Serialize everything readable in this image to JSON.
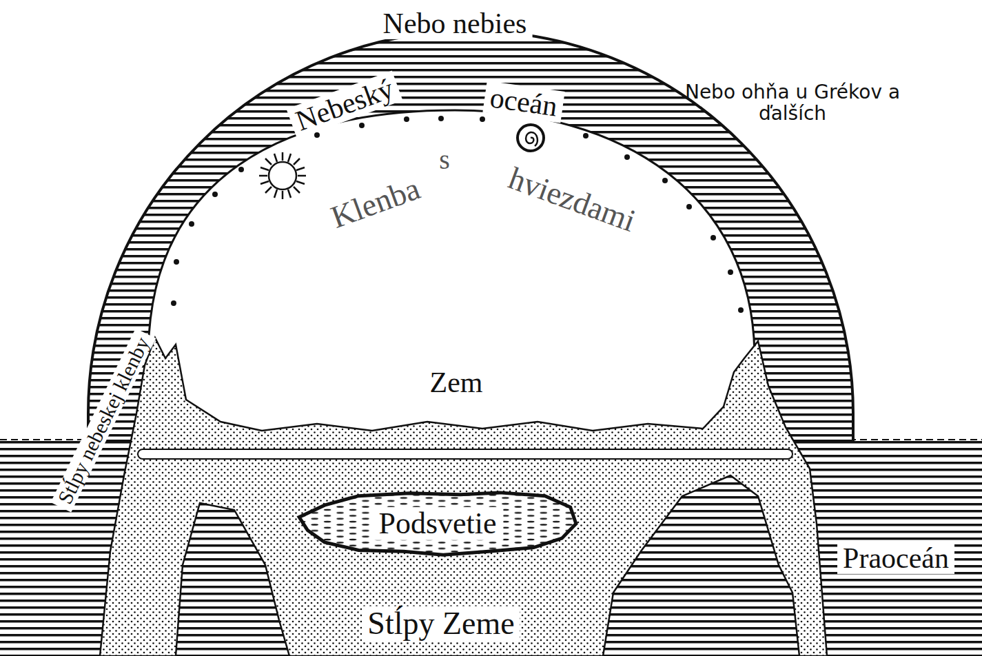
{
  "diagram": {
    "nodes": [
      {
        "text": [
          "Podsvetie"
        ]
      }
    ],
    "labels": [
      "Nebo nebies",
      "Nebeský",
      "oceán",
      "Nebo ohňa u Grékov a ďalších",
      "Klenba",
      "s",
      "hviezdami",
      "Zem",
      "Stĺpy nebeskej klenby",
      "Praoceán",
      "Stĺpy Zeme"
    ]
  }
}
